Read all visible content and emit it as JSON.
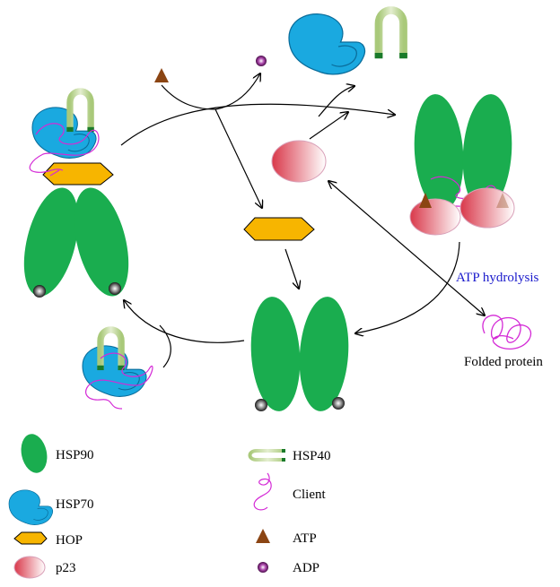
{
  "labels": {
    "atp_hydrolysis": "ATP hydrolysis",
    "folded_protein": "Folded protein"
  },
  "legend": {
    "hsp90": "HSP90",
    "hsp70": "HSP70",
    "hop": "HOP",
    "p23": "p23",
    "hsp40": "HSP40",
    "client": "Client",
    "atp": "ATP",
    "adp": "ADP"
  },
  "colors": {
    "hsp90": "#1aad4f",
    "hsp70": "#1aa9e0",
    "hop": "#f7b500",
    "p23": "#d9384a",
    "hsp40": "#b9d18e",
    "client": "#d42ad6",
    "atp": "#8b4513",
    "adp": "#7a1f7a",
    "atp_hydrolysis_text": "#1a1acc"
  }
}
